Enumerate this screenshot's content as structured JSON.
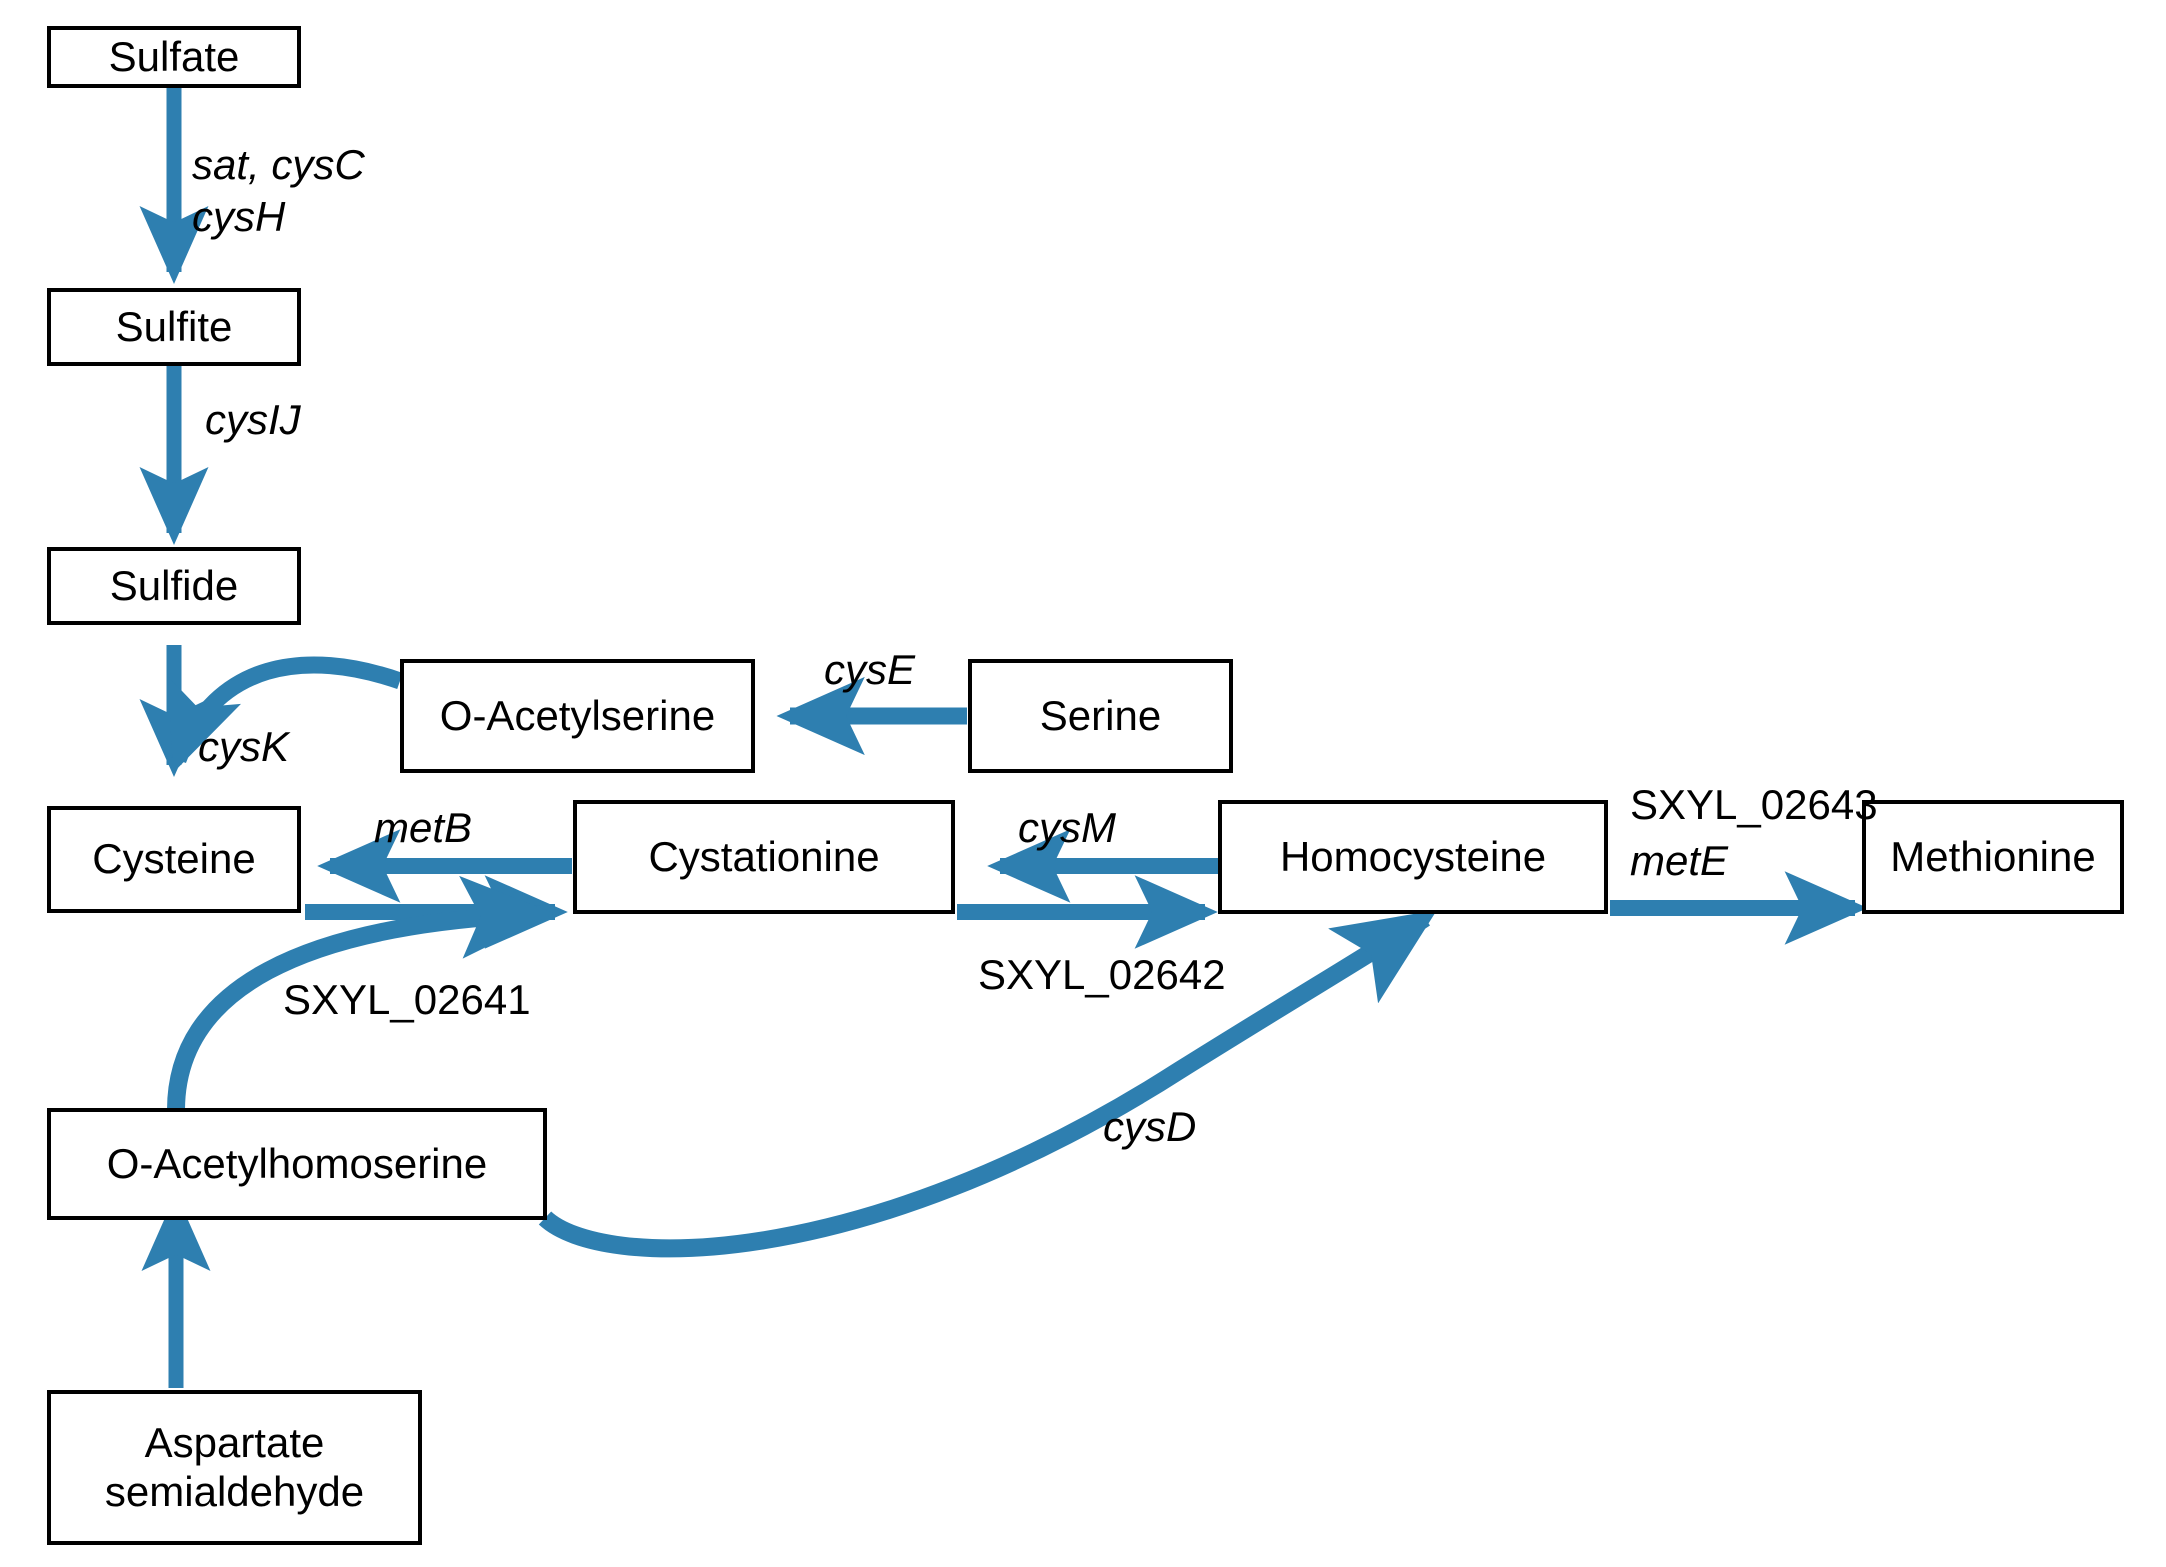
{
  "diagram": {
    "title": "Sulfur assimilation and methionine biosynthesis pathway",
    "accent_color": "#2E7FB0",
    "box_border_color": "#000000",
    "background_color": "#FFFFFF",
    "text_color": "#000000"
  },
  "nodes": [
    {
      "id": "sulfate",
      "label": "Sulfate"
    },
    {
      "id": "sulfite",
      "label": "Sulfite"
    },
    {
      "id": "sulfide",
      "label": "Sulfide"
    },
    {
      "id": "cysteine",
      "label": "Cysteine"
    },
    {
      "id": "o_acetylserine",
      "label": "O-Acetylserine"
    },
    {
      "id": "serine",
      "label": "Serine"
    },
    {
      "id": "cystationine",
      "label": "Cystationine"
    },
    {
      "id": "homocysteine",
      "label": "Homocysteine"
    },
    {
      "id": "methionine",
      "label": "Methionine"
    },
    {
      "id": "o_acetylhomoserine",
      "label": "O-Acetylhomoserine"
    },
    {
      "id": "aspartate_semialdehyde",
      "label": "Aspartate\nsemialdehyde"
    }
  ],
  "edges": [
    {
      "id": "sulfate_to_sulfite",
      "from": "sulfate",
      "to": "sulfite",
      "label": "sat, cysC\ncysH",
      "style": "gene"
    },
    {
      "id": "sulfite_to_sulfide",
      "from": "sulfite",
      "to": "sulfide",
      "label": "cysIJ",
      "style": "gene"
    },
    {
      "id": "sulfide_to_cysteine",
      "from": "sulfide",
      "to": "cysteine",
      "label": "",
      "style": "gene"
    },
    {
      "id": "o_acetylserine_to_cysteine",
      "from": "o_acetylserine",
      "to": "cysteine",
      "label": "cysK",
      "style": "gene"
    },
    {
      "id": "serine_to_o_acetylserine",
      "from": "serine",
      "to": "o_acetylserine",
      "label": "cysE",
      "style": "gene"
    },
    {
      "id": "cystationine_to_cysteine",
      "from": "cystationine",
      "to": "cysteine",
      "label": "metB",
      "style": "gene"
    },
    {
      "id": "cysteine_to_cystationine",
      "from": "cysteine",
      "to": "cystationine",
      "label": "",
      "style": "gene"
    },
    {
      "id": "o_acetylhomoserine_to_cystationine",
      "from": "o_acetylhomoserine",
      "to": "cystationine",
      "label": "SXYL_02641",
      "style": "locus"
    },
    {
      "id": "homocysteine_to_cystationine",
      "from": "homocysteine",
      "to": "cystationine",
      "label": "cysM",
      "style": "gene"
    },
    {
      "id": "cystationine_to_homocysteine",
      "from": "cystationine",
      "to": "homocysteine",
      "label": "SXYL_02642",
      "style": "locus"
    },
    {
      "id": "o_acetylhomoserine_to_homocysteine",
      "from": "o_acetylhomoserine",
      "to": "homocysteine",
      "label": "cysD",
      "style": "gene"
    },
    {
      "id": "homocysteine_to_methionine",
      "from": "homocysteine",
      "to": "methionine",
      "label": "SXYL_02643\nmetE",
      "style": "mixed"
    },
    {
      "id": "aspartate_to_o_acetylhomoserine",
      "from": "aspartate_semialdehyde",
      "to": "o_acetylhomoserine",
      "label": "",
      "style": "gene"
    }
  ],
  "labels": {
    "sat_cysC": "sat, cysC",
    "cysH": "cysH",
    "cysIJ": "cysIJ",
    "cysK": "cysK",
    "cysE": "cysE",
    "metB": "metB",
    "cysM": "cysM",
    "cysD": "cysD",
    "metE": "metE",
    "sxyl_02641": "SXYL_02641",
    "sxyl_02642": "SXYL_02642",
    "sxyl_02643": "SXYL_02643"
  }
}
